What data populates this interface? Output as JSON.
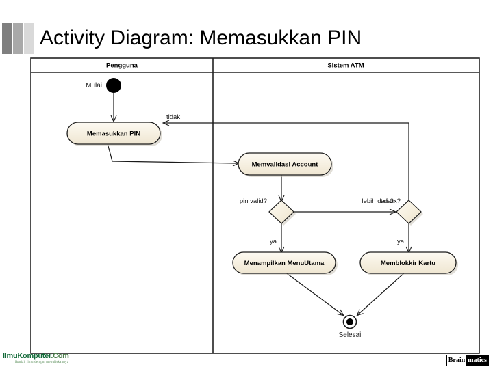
{
  "slide": {
    "title": "Activity Diagram: Memasukkan PIN"
  },
  "diagram": {
    "type": "uml-activity-diagram",
    "lanes": [
      {
        "id": "pengguna",
        "title": "Pengguna"
      },
      {
        "id": "sistem-atm",
        "title": "Sistem ATM"
      }
    ],
    "nodes": {
      "start": {
        "label": "Mulai",
        "kind": "initial-node",
        "lane": "pengguna"
      },
      "memasukkan_pin": {
        "label": "Memasukkan PIN",
        "kind": "action",
        "lane": "pengguna"
      },
      "memvalidasi_account": {
        "label": "Memvalidasi Account",
        "kind": "action",
        "lane": "sistem-atm"
      },
      "pin_valid": {
        "label": "pin valid?",
        "kind": "decision",
        "lane": "sistem-atm"
      },
      "lebih_dari_3x": {
        "label": "tidak",
        "label2": "lebih dari 3x?",
        "kind": "decision",
        "lane": "sistem-atm"
      },
      "menampilkan_menu": {
        "label": "Menampilkan MenuUtama",
        "kind": "action",
        "lane": "sistem-atm"
      },
      "memblokkir_kartu": {
        "label": "Memblokkir Kartu",
        "kind": "action",
        "lane": "sistem-atm"
      },
      "end": {
        "label": "Selesai",
        "kind": "final-node",
        "lane": "sistem-atm"
      }
    },
    "edge_labels": {
      "tidak_retry": "tidak",
      "ya_pin_valid": "ya",
      "ya_blokir": "ya"
    },
    "colors": {
      "node_fill": "#f5efe0",
      "node_fill_light": "#fbf8f1",
      "node_stroke": "#1a1a1a",
      "shadow": "#c9c3b6",
      "frame_stroke": "#222222",
      "edge_stroke": "#1a1a1a"
    }
  },
  "footer": {
    "logo_left_main": "IlmuKomputer",
    "logo_left_dotcom": ".Com",
    "logo_left_tagline": "Ikatlah ilmu dengan menuliskannya",
    "logo_right_first": "Brain",
    "logo_right_second": "matics"
  }
}
